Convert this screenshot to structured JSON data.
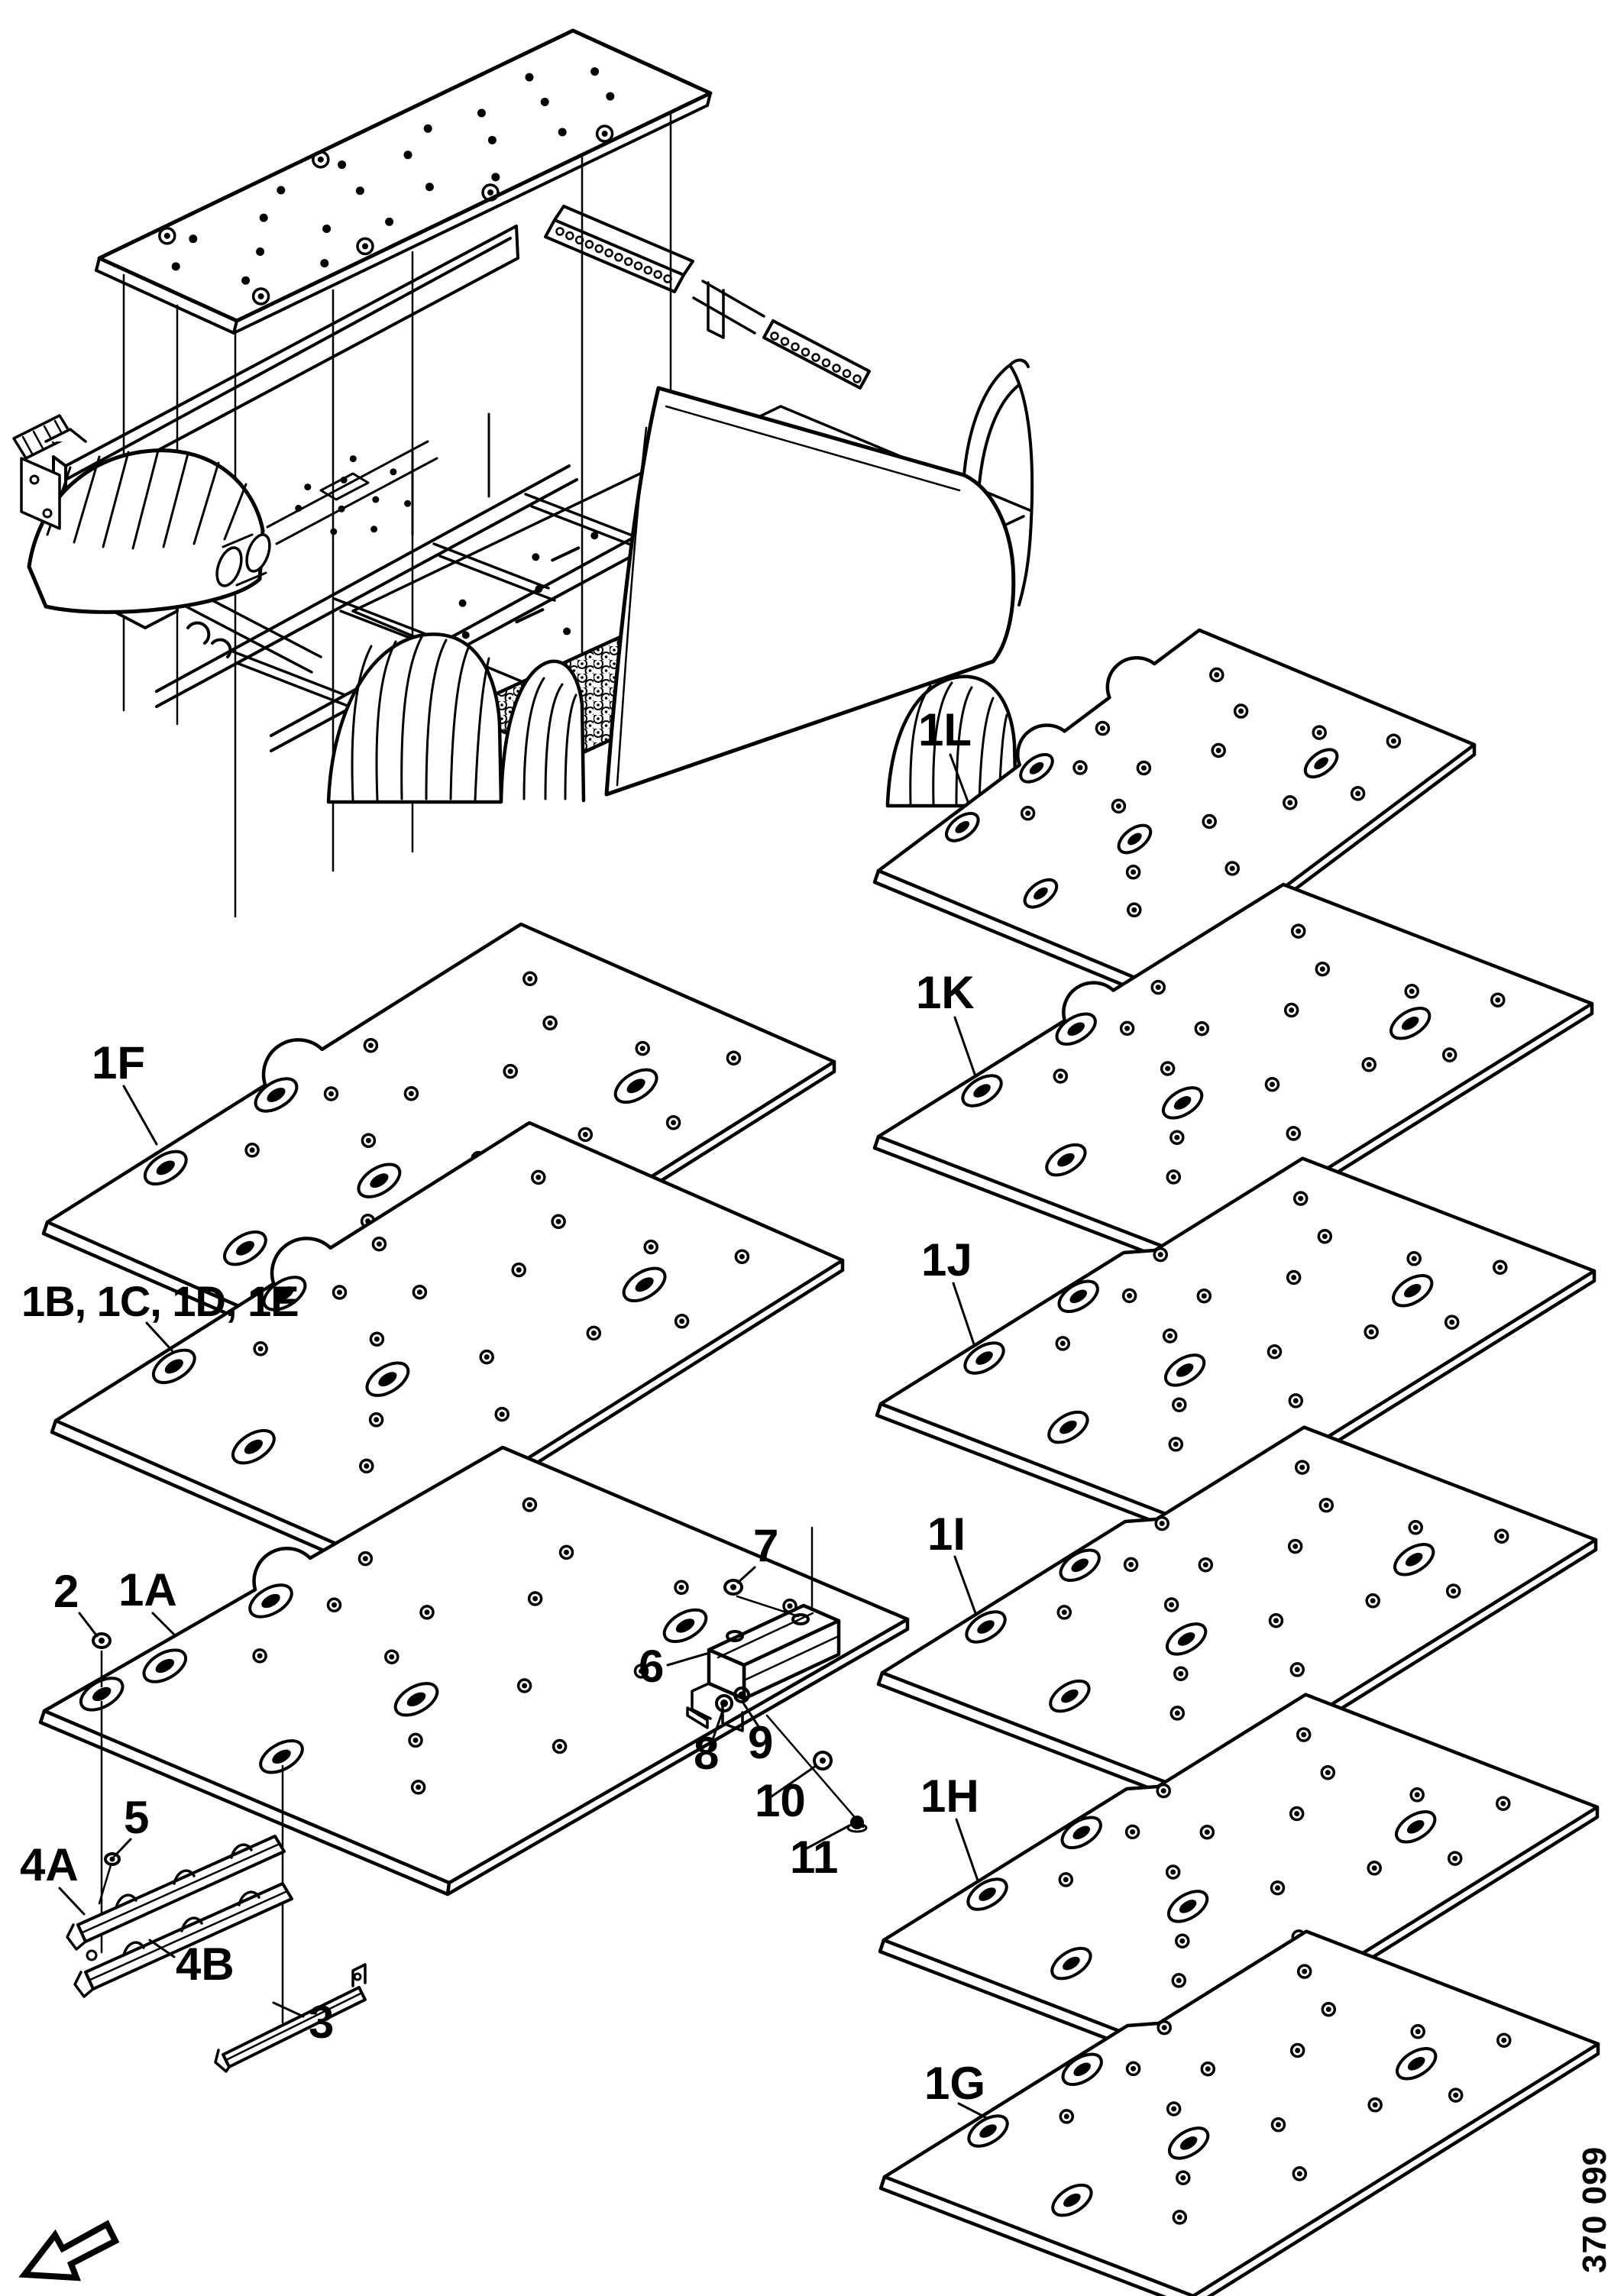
{
  "figure": {
    "drawing_number": "370 099",
    "colors": {
      "ink": "#000000",
      "paper": "#ffffff"
    },
    "icons": {
      "orientation_arrow": "arrow-down-left-outline-icon"
    }
  },
  "callouts": [
    {
      "id": "1A",
      "label": "1A"
    },
    {
      "id": "1BCDE",
      "label": "1B, 1C, 1D, 1E"
    },
    {
      "id": "1F",
      "label": "1F"
    },
    {
      "id": "1G",
      "label": "1G"
    },
    {
      "id": "1H",
      "label": "1H"
    },
    {
      "id": "1I",
      "label": "1I"
    },
    {
      "id": "1J",
      "label": "1J"
    },
    {
      "id": "1K",
      "label": "1K"
    },
    {
      "id": "1L",
      "label": "1L"
    },
    {
      "id": "2",
      "label": "2"
    },
    {
      "id": "3",
      "label": "3"
    },
    {
      "id": "4A",
      "label": "4A"
    },
    {
      "id": "4B",
      "label": "4B"
    },
    {
      "id": "5",
      "label": "5"
    },
    {
      "id": "6",
      "label": "6"
    },
    {
      "id": "7",
      "label": "7"
    },
    {
      "id": "8",
      "label": "8"
    },
    {
      "id": "9",
      "label": "9"
    },
    {
      "id": "10",
      "label": "10"
    },
    {
      "id": "11",
      "label": "11"
    }
  ]
}
